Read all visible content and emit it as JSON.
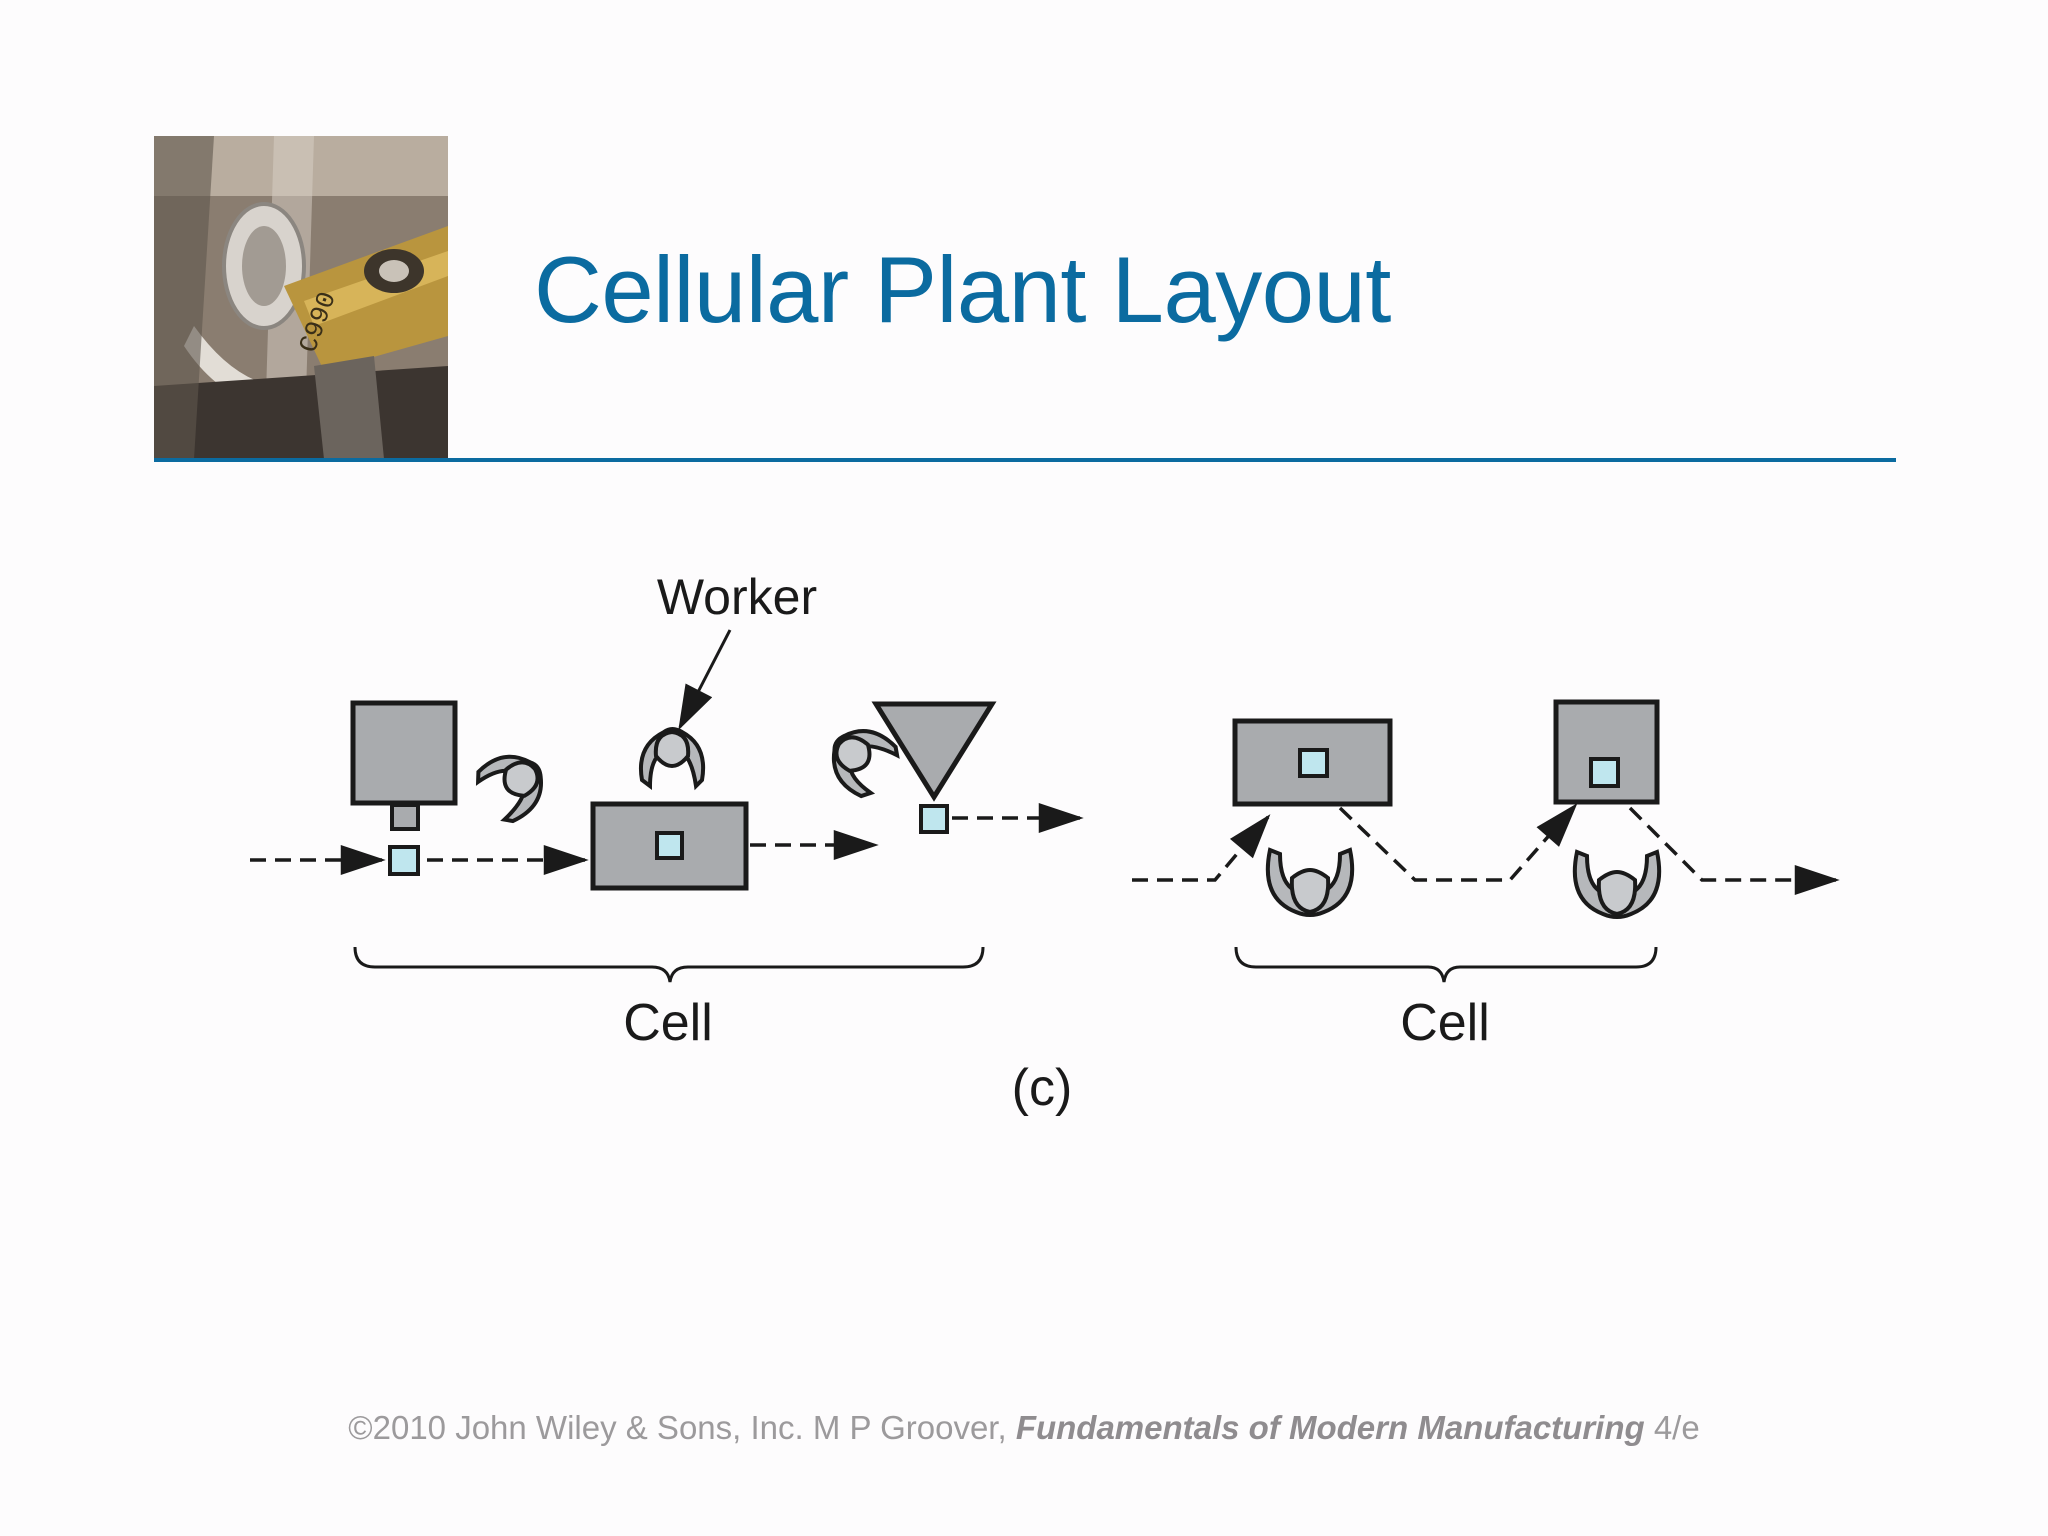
{
  "slide": {
    "title": "Cellular Plant Layout",
    "accent_color": "#0b6ba0"
  },
  "header_image": {
    "icon": "machining-tool-photo",
    "text": "C990"
  },
  "diagram": {
    "worker_label": "Worker",
    "cell_label_left": "Cell",
    "cell_label_right": "Cell",
    "caption": "(c)"
  },
  "footer": {
    "copyright": "©2010 John Wiley & Sons, Inc.  M P Groover, ",
    "book_title": "Fundamentals of Modern Manufacturing",
    "edition": " 4/e"
  }
}
